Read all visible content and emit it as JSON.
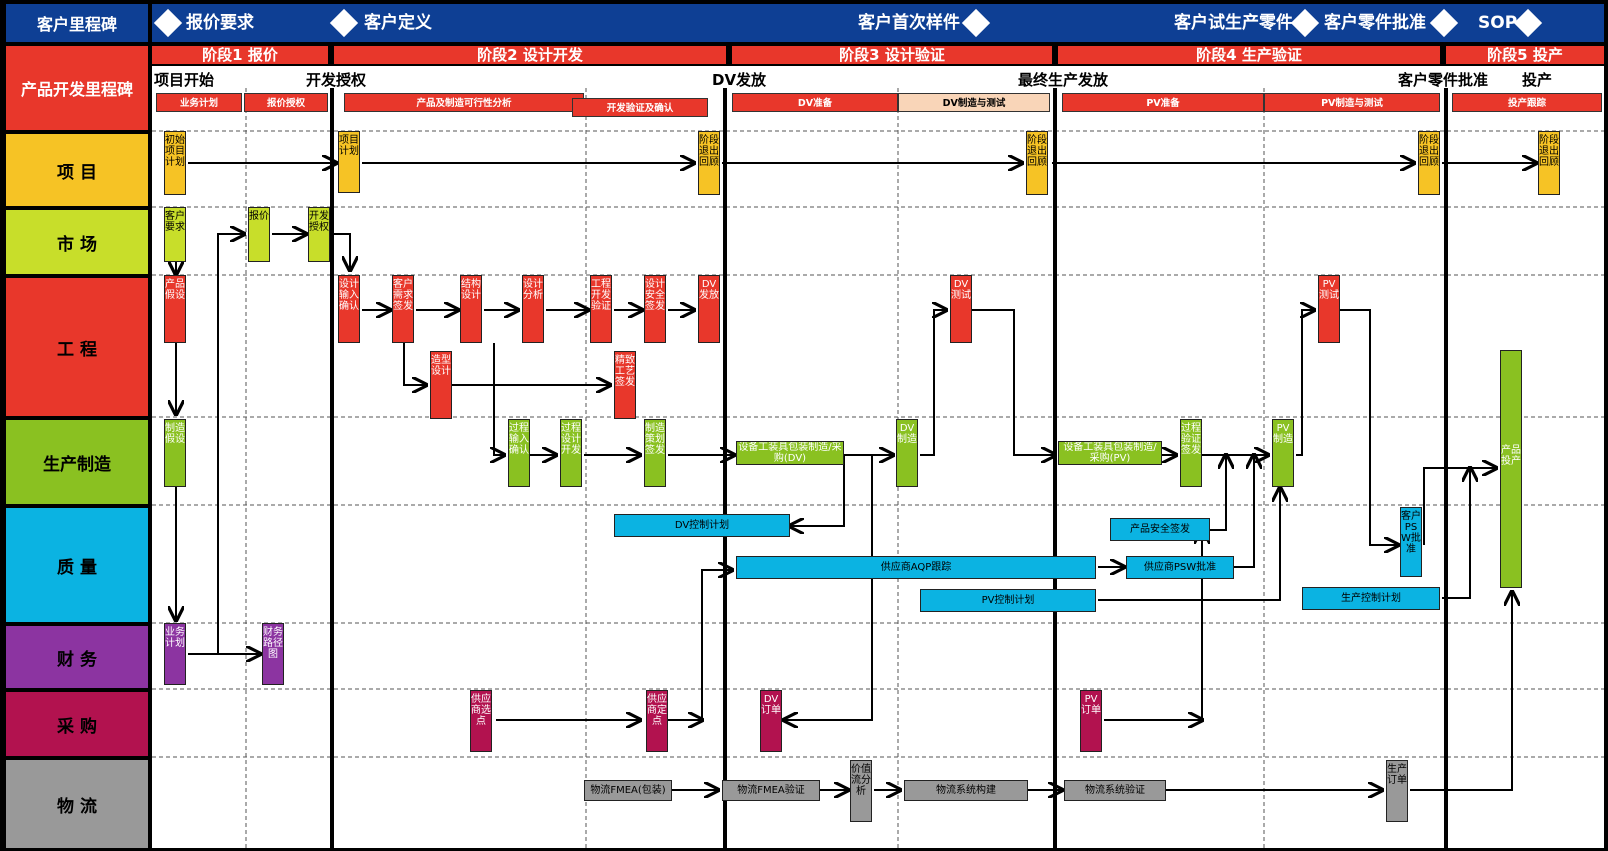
{
  "header": {
    "title": "客户里程碑",
    "milestones": [
      "报价要求",
      "客户定义",
      "客户首次样件",
      "客户试生产零件",
      "客户零件批准",
      "SOP"
    ]
  },
  "dev_title": "产品开发里程碑",
  "stages": [
    "阶段1  报价",
    "阶段2  设计开发",
    "阶段3  设计验证",
    "阶段4  生产验证",
    "阶段5  投产"
  ],
  "dev_milestones": [
    "项目开始",
    "开发授权",
    "DV发放",
    "最终生产发放",
    "客户零件批准",
    "投产"
  ],
  "sub_stages": [
    "业务计划",
    "报价授权",
    "产品及制造可行性分析",
    "开发验证及确认",
    "DV准备",
    "DV制造与测试",
    "PV准备",
    "PV制造与测试",
    "投产跟踪"
  ],
  "lanes": [
    "项          目",
    "市          场",
    "工          程",
    "生产制造",
    "质          量",
    "财          务",
    "采          购",
    "物          流"
  ],
  "boxes": {
    "project": [
      "初始项目计划",
      "项目计划",
      "阶段退出回顾",
      "阶段退出回顾",
      "阶段退出回顾",
      "阶段退出回顾"
    ],
    "market": [
      "客户要求",
      "报价",
      "开发授权"
    ],
    "eng": [
      "产品假设",
      "设计输入确认",
      "客户需求签发",
      "结构设计",
      "设计分析",
      "工程开发验证",
      "设计安全签发",
      "DV发放",
      "造型设计",
      "精致工艺签发",
      "DV测试",
      "PV测试"
    ],
    "mfg": [
      "制造假设",
      "过程输入确认",
      "过程设计开发",
      "制造策划签发",
      "设备工装具包装制造/采购(DV)",
      "DV制造",
      "设备工装具包装制造/采购(PV)",
      "过程验证签发",
      "PV制造",
      "产品投产"
    ],
    "quality": [
      "DV控制计划",
      "供应商AQP跟踪",
      "PV控制计划",
      "产品安全签发",
      "供应商PSW批准",
      "客户PSW批准",
      "生产控制计划"
    ],
    "finance": [
      "业务计划",
      "财务路径图"
    ],
    "purchase": [
      "供应商选点",
      "供应商定点",
      "DV订单",
      "PV订单"
    ],
    "logistics": [
      "物流FMEA(包装)",
      "物流FMEA验证",
      "价值流分析",
      "物流系统构建",
      "物流系统验证",
      "生产订单"
    ]
  },
  "colors": {
    "header": "#0e3f94",
    "red": "#e8372b",
    "yellow": "#f6c325",
    "green": "#8ac121",
    "blue": "#0bb3e2",
    "purple": "#8c34a1",
    "magenta": "#b2124f",
    "gray": "#999999"
  }
}
